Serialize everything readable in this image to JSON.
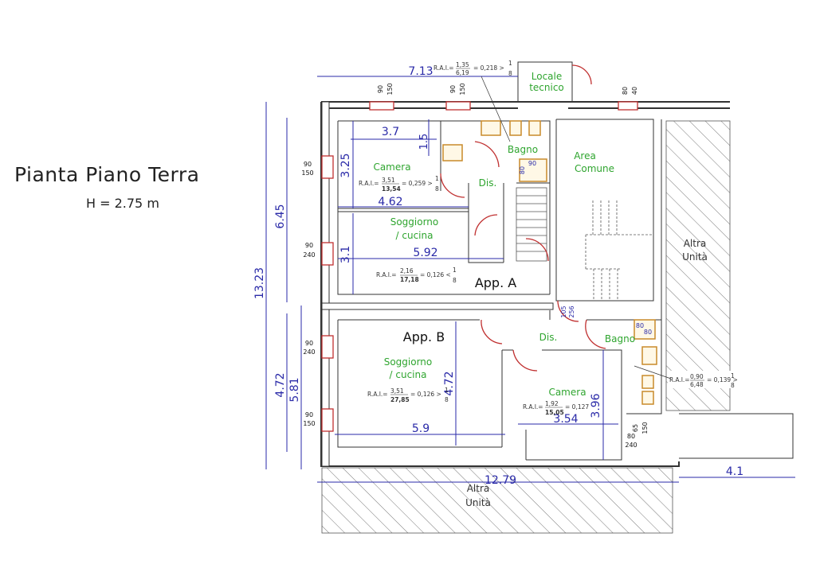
{
  "title": "Pianta  Piano Terra",
  "subtitle": "H = 2.75 m",
  "apartments": {
    "a": "App. A",
    "b": "App. B"
  },
  "rooms": {
    "camera_a": "Camera",
    "soggiorno_a_1": "Soggiorno",
    "soggiorno_a_2": "/ cucina",
    "dis_a": "Dis.",
    "bagno_a": "Bagno",
    "locale_1": "Locale",
    "locale_2": "tecnico",
    "area_1": "Area",
    "area_2": "Comune",
    "altra_1": "Altra",
    "altra_2": "Unità",
    "soggiorno_b_1": "Soggiorno",
    "soggiorno_b_2": "/ cucina",
    "dis_b": "Dis.",
    "bagno_b": "Bagno",
    "camera_b": "Camera",
    "altra_bottom_1": "Altra",
    "altra_bottom_2": "Unità"
  },
  "dimensions": {
    "d713": "7.13",
    "d37": "3.7",
    "d15": "1.5",
    "d325": "3.25",
    "d462": "4.62",
    "d31": "3.1",
    "d592": "5.92",
    "d645": "6.45",
    "d1323": "13.23",
    "d472_left": "4.72",
    "d581": "5.81",
    "d472_mid": "4.72",
    "d59": "5.9",
    "d354": "3.54",
    "d396": "3.96",
    "d1279": "12.79",
    "d41": "4.1"
  },
  "windows": {
    "w1_a": "90",
    "w1_b": "150",
    "w2_a": "90",
    "w2_b": "150",
    "w3_a": "80",
    "w3_b": "40",
    "w4_a": "90",
    "w4_b": "150",
    "w5_a": "90",
    "w5_b": "240",
    "w6_a": "90",
    "w6_b": "240",
    "w7_a": "90",
    "w7_b": "150",
    "w8_a": "80",
    "w8_b": "240",
    "w9_a": "65",
    "w9_b": "150",
    "door_a": "105",
    "door_b": "256",
    "shower_a": "80",
    "shower_b": "90",
    "shower2_a": "80",
    "shower2_b": "80"
  },
  "rai": {
    "top": {
      "pre": "R.A.I.=",
      "num": "1,35",
      "den": "6,19",
      "post": "= 0,218 >",
      "fn": "1",
      "fd": "8"
    },
    "camera_a": {
      "pre": "R.A.I.=",
      "num": "3,51",
      "den": "13,54",
      "post": "= 0,259 >",
      "fn": "1",
      "fd": "8"
    },
    "soggiorno_a": {
      "pre": "R.A.I.=",
      "num": "2,16",
      "den": "17,18",
      "post": "= 0,126 <",
      "fn": "1",
      "fd": "8"
    },
    "soggiorno_b": {
      "pre": "R.A.I.=",
      "num": "3,51",
      "den": "27,85",
      "post": "= 0,126 >",
      "fn": "1",
      "fd": "8"
    },
    "camera_b": {
      "pre": "R.A.I.=",
      "num": "1,92",
      "den": "15,05",
      "post": "= 0,127",
      "fn": "",
      "fd": ""
    },
    "bagno_b": {
      "pre": "R.A.I.=",
      "num": "0,90",
      "den": "6,48",
      "post": "= 0,139 >",
      "fn": "1",
      "fd": "8"
    }
  },
  "colors": {
    "room_label": "#2fa52f",
    "dimension": "#2a2aa8",
    "door": "#c03030",
    "fixture": "#c98a2a"
  }
}
